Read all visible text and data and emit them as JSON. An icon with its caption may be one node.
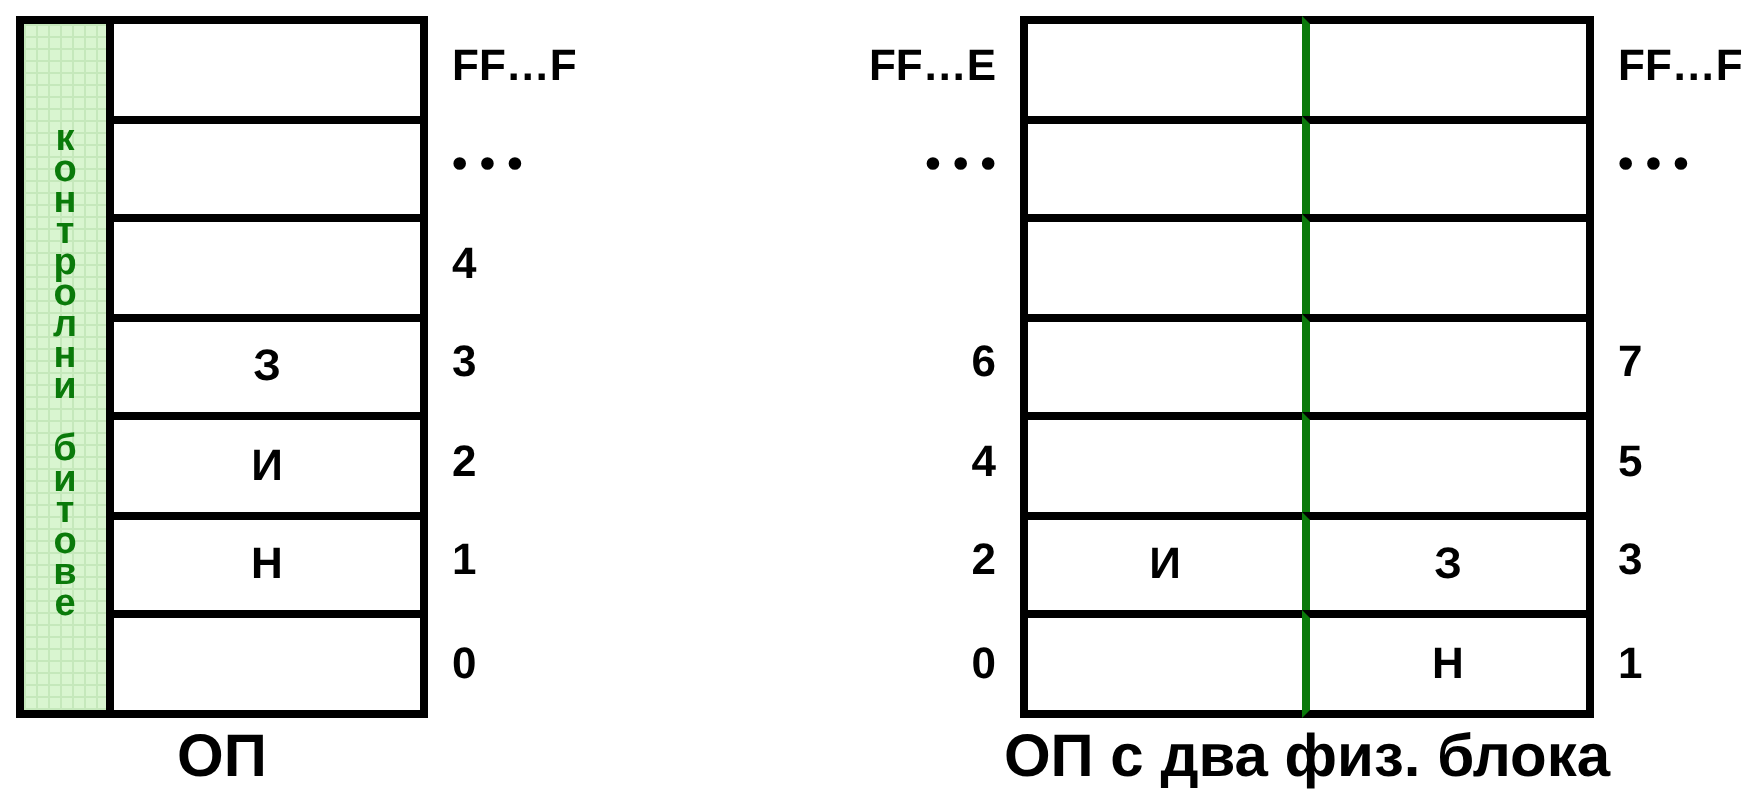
{
  "diagram": {
    "nodes": [
      {
        "text": [
          "ОП"
        ]
      },
      {
        "text": [
          "контролни битове"
        ],
        "in": 0
      },
      {
        "text": [],
        "shape": "box",
        "in": 0,
        "beside": [
          "FF…F"
        ]
      },
      {
        "text": [],
        "shape": "box",
        "in": 0,
        "beside": [
          "• • •"
        ]
      },
      {
        "text": [],
        "shape": "box",
        "in": 0,
        "beside": [
          "4"
        ]
      },
      {
        "text": [
          "З"
        ],
        "in": 0,
        "beside": [
          "3"
        ]
      },
      {
        "text": [
          "И"
        ],
        "in": 0,
        "beside": [
          "2"
        ]
      },
      {
        "text": [
          "Н"
        ],
        "in": 0,
        "beside": [
          "1"
        ]
      },
      {
        "text": [],
        "shape": "box",
        "in": 0,
        "beside": [
          "0"
        ]
      },
      {
        "text": [
          "ОП с два физ. блока"
        ]
      },
      {
        "text": [],
        "shape": "box",
        "in": 9,
        "beside": [
          "FF…E"
        ]
      },
      {
        "text": [],
        "shape": "box",
        "in": 9,
        "beside": [
          "FF…F"
        ]
      },
      {
        "text": [],
        "shape": "box",
        "in": 9,
        "beside": [
          "• • •"
        ]
      },
      {
        "text": [],
        "shape": "box",
        "in": 9,
        "beside": [
          "• • •"
        ]
      },
      {
        "text": [],
        "shape": "box",
        "in": 9
      },
      {
        "text": [],
        "shape": "box",
        "in": 9
      },
      {
        "text": [],
        "shape": "box",
        "in": 9,
        "beside": [
          "6"
        ]
      },
      {
        "text": [],
        "shape": "box",
        "in": 9,
        "beside": [
          "7"
        ]
      },
      {
        "text": [],
        "shape": "box",
        "in": 9,
        "beside": [
          "4"
        ]
      },
      {
        "text": [],
        "shape": "box",
        "in": 9,
        "beside": [
          "5"
        ]
      },
      {
        "text": [
          "И"
        ],
        "in": 9,
        "beside": [
          "2"
        ]
      },
      {
        "text": [
          "З"
        ],
        "in": 9,
        "beside": [
          "3"
        ]
      },
      {
        "text": [],
        "shape": "box",
        "in": 9,
        "beside": [
          "0"
        ]
      },
      {
        "text": [
          "Н"
        ],
        "in": 9,
        "beside": [
          "1"
        ]
      }
    ]
  }
}
